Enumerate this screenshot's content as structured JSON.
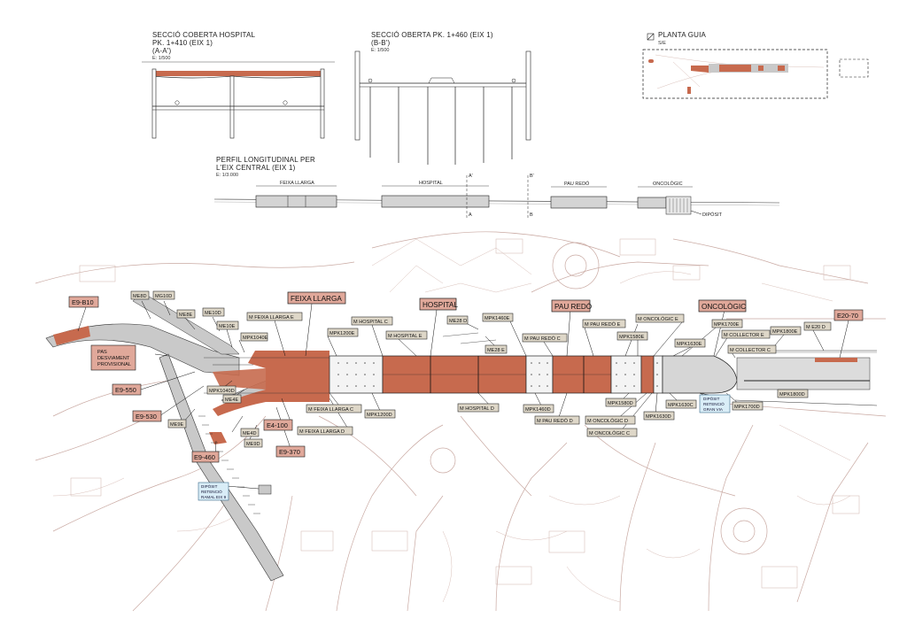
{
  "sections": {
    "hospital": {
      "title_line1": "SECCIÓ COBERTA HOSPITAL",
      "title_line2": "PK. 1+410 (EIX 1)",
      "title_line3": "(A-A')",
      "scale": "E: 1/500"
    },
    "oberta": {
      "title_line1": "SECCIÓ OBERTA PK. 1+460 (EIX 1)",
      "title_line2": "(B-B')",
      "scale": "E: 1/500"
    }
  },
  "guide_plan": {
    "title": "PLANTA GUIA",
    "scale": "S/E"
  },
  "profile": {
    "title_line1": "PERFIL LONGITUDINAL PER",
    "title_line2": "L'EIX CENTRAL (EIX 1)",
    "scale": "E: 1/3.000",
    "stations": [
      "FEIXA LLARGA",
      "HOSPITAL",
      "PAU REDÓ",
      "ONCOLÒGIC"
    ],
    "deposit_label": "DIPÒSIT",
    "cut_marks": [
      "A'",
      "A",
      "B'",
      "B"
    ]
  },
  "plan": {
    "stations": [
      "FEIXA LLARGA",
      "HOSPITAL",
      "PAU REDÓ",
      "ONCOLÒGIC"
    ],
    "shafts": [
      "E9-B10",
      "E9-550",
      "E9-530",
      "E9-460",
      "E4-100",
      "E9-370",
      "E20-70"
    ],
    "pas": [
      "PAS",
      "DESVIAMENT",
      "PROVISIONAL"
    ],
    "deposits": {
      "gran_via": [
        "DIPÒSIT",
        "RETENCIÓ",
        "GRAN VIA"
      ],
      "ramal": [
        "DIPÒSIT",
        "RETENCIÓ",
        "RAMAL EIX 9"
      ]
    },
    "labels": [
      "ME8D",
      "MG10D",
      "ME8E",
      "ME10D",
      "ME10E",
      "MPK1040E",
      "M FEIXA LLARGA E",
      "M HOSPITAL C",
      "MPK1200E",
      "M HOSPITAL E",
      "ME28 D",
      "ME28 E",
      "MPK1460E",
      "M PAU REDÓ E",
      "M PAU REDÓ C",
      "MPK1580E",
      "M ONCOLÒGIC E",
      "MPK1700E",
      "MPK1630E",
      "M COLLECTOR E",
      "M COLLECTOR C",
      "MPK1800E",
      "M E20 D",
      "MPK1040D",
      "ME4E",
      "ME9E",
      "ME4D",
      "ME9D",
      "M FEIXA LLARGA C",
      "M FEIXA LLARGA D",
      "MPK1200D",
      "M HOSPITAL D",
      "MPK1460D",
      "M PAU REDÓ D",
      "MPK1580D",
      "M ONCOLÒGIC D",
      "M ONCOLÒGIC C",
      "MPK1630D",
      "MPK1630C",
      "MPK1700D",
      "MPK1800D"
    ]
  },
  "colors": {
    "structure_red": "#c76a4e",
    "station_label": "#e0a89a",
    "label_tan": "#ded7c8",
    "deposit_blue": "#d9edf7",
    "street_lines": "#c9a9a2"
  }
}
